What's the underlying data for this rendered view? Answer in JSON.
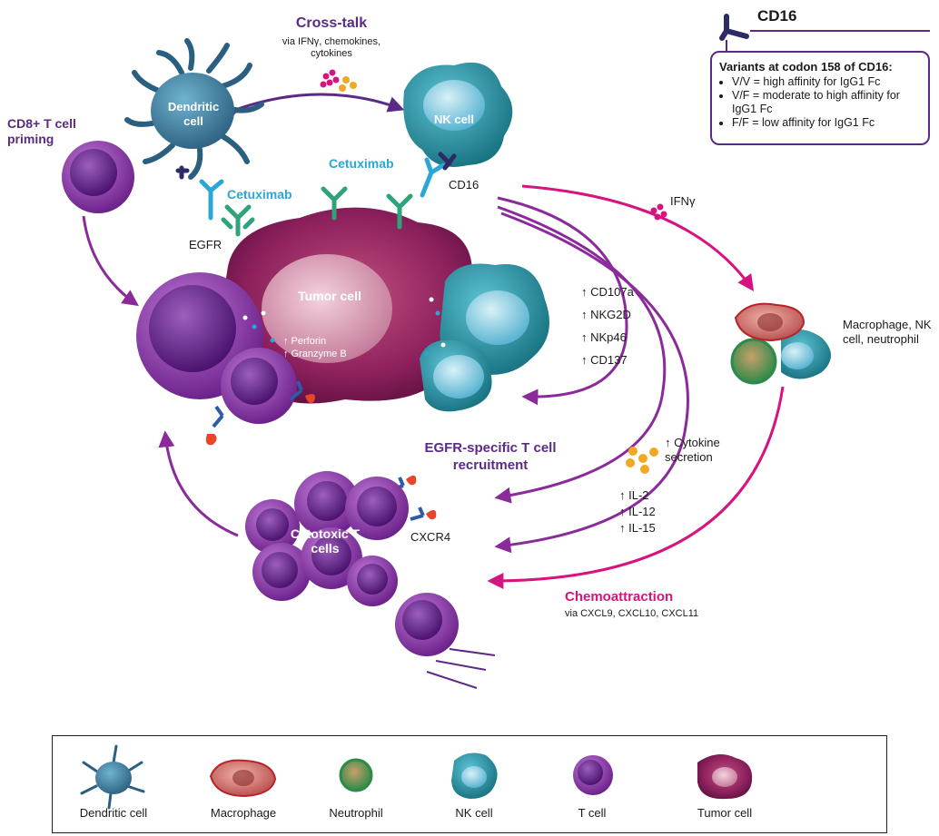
{
  "cd16": {
    "title": "CD16",
    "heading": "Variants at codon 158 of CD16:",
    "variants": [
      "V/V = high affinity for IgG1 Fc",
      "V/F = moderate to high affinity for IgG1 Fc",
      "F/F = low affinity for IgG1 Fc"
    ]
  },
  "crosstalk": {
    "title": "Cross-talk",
    "subtitle": "via IFNγ, chemokines, cytokines"
  },
  "cells": {
    "dendritic": "Dendritic cell",
    "nk": "NK cell",
    "tumor": "Tumor cell",
    "cytotoxic": "Cytotoxic T cells"
  },
  "labels": {
    "cd8_priming": "CD8+ T cell priming",
    "cetuximab_left": "Cetuximab",
    "cetuximab_right": "Cetuximab",
    "egfr": "EGFR",
    "cd16_label": "CD16",
    "ifng": "IFNγ",
    "perforin": "↑ Perforin",
    "granzyme": "↑ Granzyme B",
    "markers": [
      "↑ CD107a",
      "↑ NKG2D",
      "↑ NKp46",
      "↑ CD137"
    ],
    "macrophage_group": "Macrophage, NK cell, neutrophil",
    "egfr_recruitment": "EGFR-specific T cell recruitment",
    "cytokine_secretion": "↑ Cytokine secretion",
    "interleukins": [
      "↑ IL-2",
      "↑ IL-12",
      "↑ IL-15"
    ],
    "cxcr4": "CXCR4",
    "chemoattraction": "Chemoattraction",
    "chemo_sub": "via CXCL9, CXCL10, CXCL11"
  },
  "legend": [
    "Dendritic cell",
    "Macrophage",
    "Neutrophil",
    "NK cell",
    "T cell",
    "Tumor cell"
  ],
  "colors": {
    "purple": "#5b2a86",
    "magenta": "#d6137f",
    "cyan": "#2aa7d6",
    "tumor": "#8a1f5c",
    "tcell": "#8b3aa6",
    "nk": "#1f8a9e",
    "dendritic": "#3d7fa3",
    "antibody_green": "#2fa37a"
  }
}
